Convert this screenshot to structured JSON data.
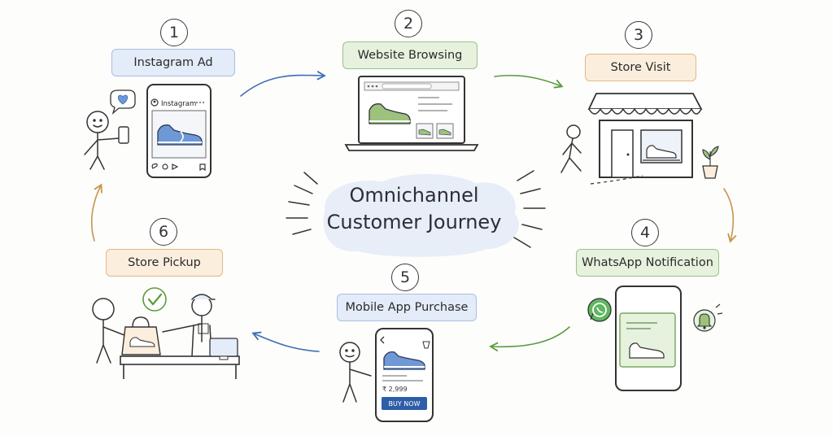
{
  "center": {
    "line1": "Omnichannel",
    "line2": "Customer Journey"
  },
  "steps": [
    {
      "number": "1",
      "label": "Instagram Ad"
    },
    {
      "number": "2",
      "label": "Website Browsing"
    },
    {
      "number": "3",
      "label": "Store Visit"
    },
    {
      "number": "4",
      "label": "WhatsApp Notification"
    },
    {
      "number": "5",
      "label": "Mobile App Purchase"
    },
    {
      "number": "6",
      "label": "Store Pickup"
    }
  ],
  "instagram": {
    "app_name": "Instagram"
  },
  "mobile_app": {
    "price": "₹ 2,999",
    "buy_label": "BUY NOW"
  },
  "colors": {
    "blue_label": "#e3ecf8",
    "green_label": "#e6f1de",
    "orange_label": "#fbeedd",
    "shoe_blue": "#6f98d6",
    "shoe_green": "#9cc27e",
    "buy_button": "#2f5ea8",
    "arrow_blue": "#3d6db5",
    "arrow_green": "#5c9a3f",
    "arrow_orange": "#c7934f"
  }
}
